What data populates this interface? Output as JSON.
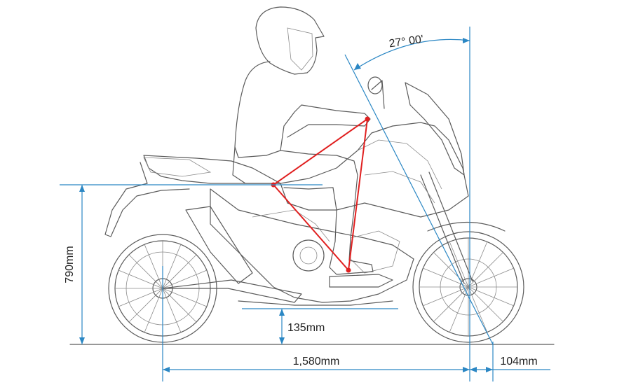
{
  "labels": {
    "rake_angle": "27° 00'",
    "seat_height": "790mm",
    "ground_clearance": "135mm",
    "wheelbase": "1,580mm",
    "trail": "104mm"
  },
  "colors": {
    "dimension_line": "#2b87c4",
    "ergonomic_triangle": "#e02020",
    "outline": "#5b5b5b"
  }
}
